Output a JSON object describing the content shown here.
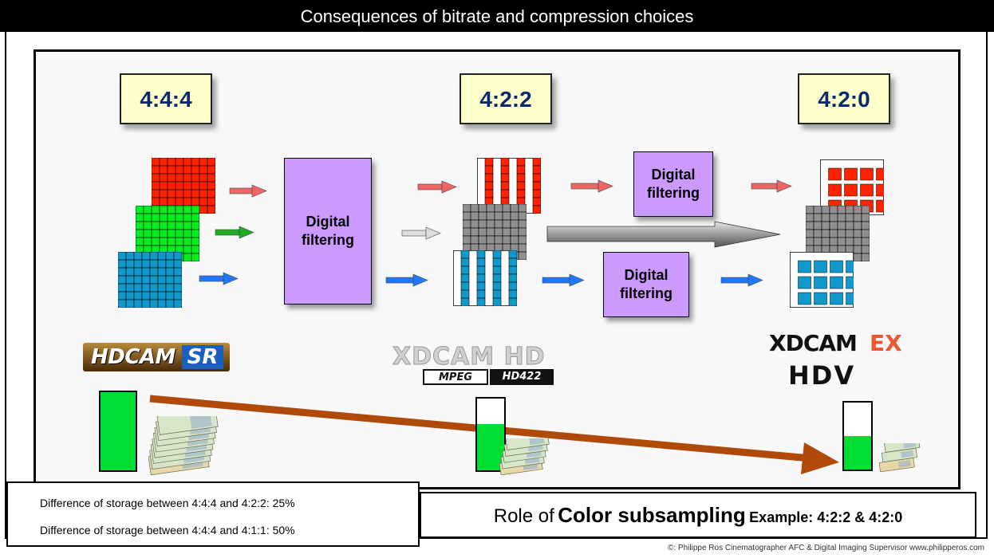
{
  "title": "Consequences of bitrate and compression choices",
  "ratios": [
    "4:4:4",
    "4:2:2",
    "4:2:0"
  ],
  "filter_lines": [
    "Digital",
    "filtering"
  ],
  "logos": {
    "hdcam": "HDCAM",
    "hdcam_sr": "SR",
    "xdcam_hd": "XDCAM HD",
    "mpeg": "MPEG",
    "hd422": "HD422",
    "xdcam_ex": "XDCAM",
    "ex": "EX",
    "hdv": "HDV"
  },
  "storage_levels": [
    1.0,
    0.64,
    0.5
  ],
  "storage_notes": [
    "Difference of storage between 4:4:4 and 4:2:2: 25%",
    "Difference of storage between 4:4:4 and 4:1:1: 50%"
  ],
  "role": {
    "prefix": "Role of",
    "bold": "Color subsampling",
    "example": "Example: 4:2:2 & 4:2:0"
  },
  "credit": "©: Philippe Ros Cinematographer AFC & Digital Imaging Supervisor     www.philipperos.com",
  "colors": {
    "red": "#ff2200",
    "green": "#00ee22",
    "blue": "#1199cc",
    "gray": "#909090",
    "filter": "#cc99ff",
    "ratio_box": "#ffffcc",
    "trend_arrow": "#b04a0a",
    "storage_fill": "#00dd33",
    "red_arrow": "#ee6666",
    "green_arrow": "#22aa22",
    "blue_arrow": "#2277ff",
    "gray_arrow": "#555555"
  }
}
